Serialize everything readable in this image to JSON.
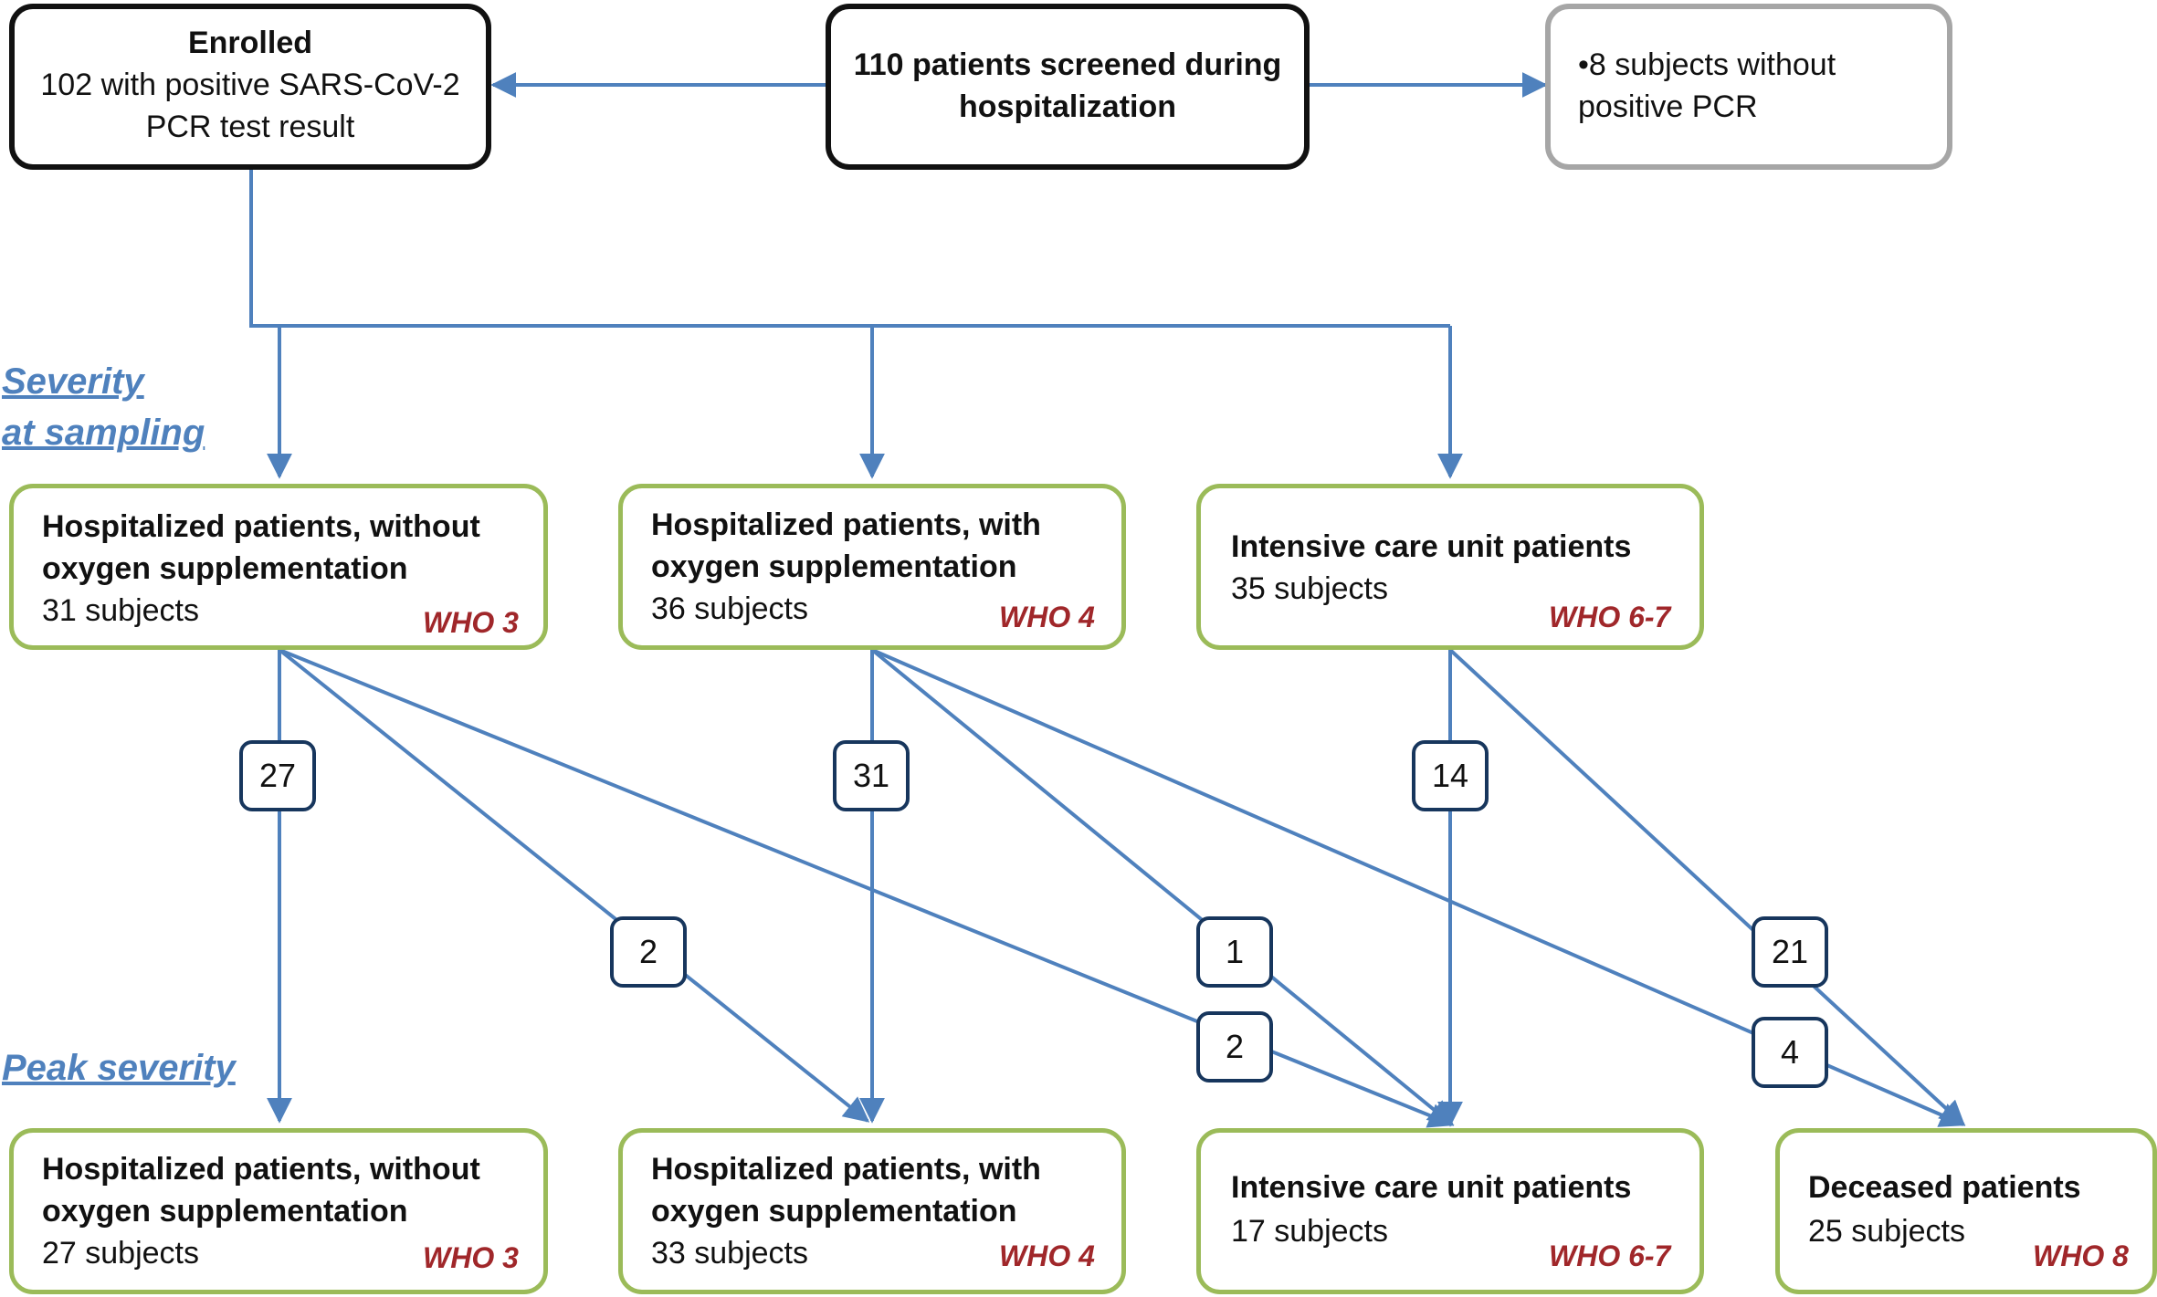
{
  "top": {
    "enrolled": {
      "title": "Enrolled",
      "line1": "102 with positive SARS-CoV-2",
      "line2": "PCR test result"
    },
    "screened": {
      "line1": "110 patients screened during",
      "line2": "hospitalization"
    },
    "excluded": {
      "line1": "•8 subjects without",
      "line2": "positive PCR"
    }
  },
  "labels": {
    "severity_line1": "Severity",
    "severity_line2": "at sampling",
    "peak": "Peak severity"
  },
  "sampling": [
    {
      "line1": "Hospitalized patients, without",
      "line2": "oxygen supplementation",
      "count": "31 subjects",
      "who": "WHO 3"
    },
    {
      "line1": "Hospitalized patients, with",
      "line2": "oxygen supplementation",
      "count": "36 subjects",
      "who": "WHO 4"
    },
    {
      "line1": "Intensive care unit patients",
      "count": "35 subjects",
      "who": "WHO 6-7"
    }
  ],
  "peak": [
    {
      "line1": "Hospitalized patients, without",
      "line2": "oxygen supplementation",
      "count": "27 subjects",
      "who": "WHO 3"
    },
    {
      "line1": "Hospitalized patients, with",
      "line2": "oxygen supplementation",
      "count": "33 subjects",
      "who": "WHO 4"
    },
    {
      "line1": "Intensive care unit patients",
      "count": "17 subjects",
      "who": "WHO 6-7"
    },
    {
      "line1": "Deceased patients",
      "count": "25 subjects",
      "who": "WHO 8"
    }
  ],
  "transitions": {
    "who3_to_who3": "27",
    "who3_to_who4": "2",
    "who3_to_icu": "2",
    "who4_to_who4": "31",
    "who4_to_icu": "1",
    "who4_to_deceased": "4",
    "icu_to_icu": "14",
    "icu_to_deceased": "21"
  },
  "colors": {
    "arrow": "#4f81bd",
    "box_border_green": "#9bbb59",
    "who_text": "#a0272a",
    "count_border": "#17365d"
  }
}
